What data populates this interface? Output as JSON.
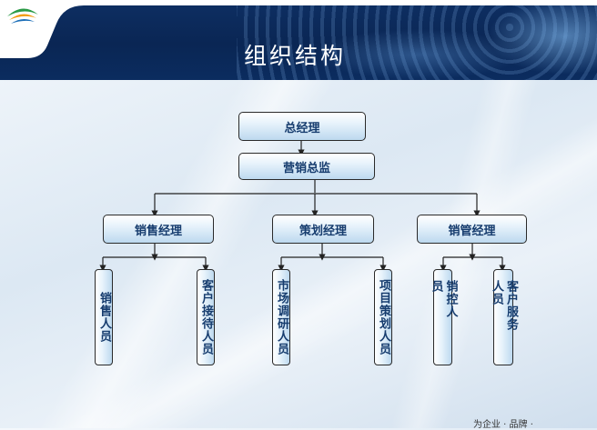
{
  "header": {
    "title": "组织结构"
  },
  "colors": {
    "banner": "#0b2c5f",
    "box_text": "#163c6e",
    "line": "#222222"
  },
  "icons": {
    "logo": "company-logo-icon"
  },
  "org": {
    "top": "总经理",
    "director": "营销总监",
    "managers": [
      "销售经理",
      "策划经理",
      "销管经理"
    ],
    "staff": [
      "销售人员",
      "客户接待人员",
      "市场调研人员",
      "项目策划人员",
      "销控人员",
      "客户服务人员"
    ]
  },
  "footer": {
    "text": "为企业 · 品牌 ·"
  }
}
